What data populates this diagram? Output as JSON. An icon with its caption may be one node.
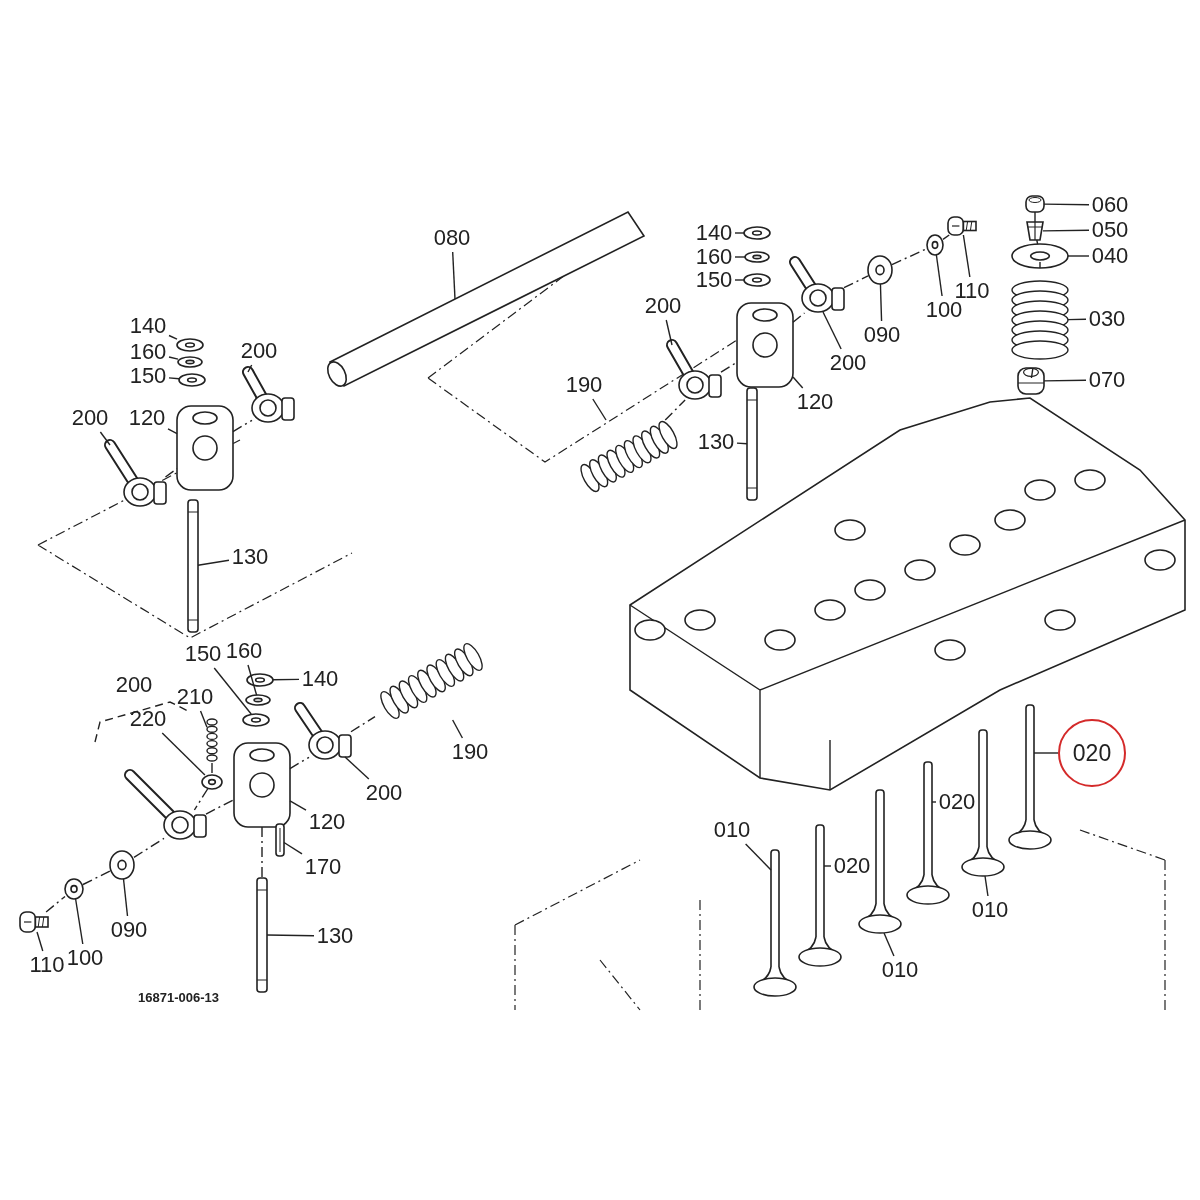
{
  "diagram": {
    "nodes": [
      {
        "text": [
          "080"
        ]
      },
      {
        "text": [
          "140"
        ]
      },
      {
        "text": [
          "160"
        ]
      },
      {
        "text": [
          "150"
        ]
      },
      {
        "text": [
          "200"
        ]
      },
      {
        "text": [
          "200"
        ]
      },
      {
        "text": [
          "120"
        ]
      },
      {
        "text": [
          "130"
        ]
      },
      {
        "text": [
          "140"
        ]
      },
      {
        "text": [
          "160"
        ]
      },
      {
        "text": [
          "150"
        ]
      },
      {
        "text": [
          "200"
        ]
      },
      {
        "text": [
          "190"
        ]
      },
      {
        "text": [
          "120"
        ]
      },
      {
        "text": [
          "130"
        ]
      },
      {
        "text": [
          "090"
        ]
      },
      {
        "text": [
          "100"
        ]
      },
      {
        "text": [
          "110"
        ]
      },
      {
        "text": [
          "200"
        ]
      },
      {
        "text": [
          "060"
        ]
      },
      {
        "text": [
          "050"
        ]
      },
      {
        "text": [
          "040"
        ]
      },
      {
        "text": [
          "030"
        ]
      },
      {
        "text": [
          "070"
        ]
      },
      {
        "text": [
          "020"
        ]
      },
      {
        "text": [
          "020"
        ]
      },
      {
        "text": [
          "020"
        ]
      },
      {
        "text": [
          "010"
        ]
      },
      {
        "text": [
          "010"
        ]
      },
      {
        "text": [
          "010"
        ]
      },
      {
        "text": [
          "150"
        ]
      },
      {
        "text": [
          "160"
        ]
      },
      {
        "text": [
          "140"
        ]
      },
      {
        "text": [
          "200"
        ]
      },
      {
        "text": [
          "210"
        ]
      },
      {
        "text": [
          "220"
        ]
      },
      {
        "text": [
          "190"
        ]
      },
      {
        "text": [
          "200"
        ]
      },
      {
        "text": [
          "120"
        ]
      },
      {
        "text": [
          "170"
        ]
      },
      {
        "text": [
          "130"
        ]
      },
      {
        "text": [
          "090"
        ]
      },
      {
        "text": [
          "100"
        ]
      },
      {
        "text": [
          "110"
        ]
      },
      {
        "text": [],
        "shape": "picture"
      },
      {
        "text": [],
        "shape": "picture"
      },
      {
        "text": [],
        "shape": "picture"
      },
      {
        "text": [],
        "shape": "picture"
      },
      {
        "text": [],
        "shape": "picture"
      },
      {
        "text": [],
        "shape": "picture"
      },
      {
        "text": [],
        "shape": "picture"
      },
      {
        "text": [],
        "shape": "picture"
      },
      {
        "text": [],
        "shape": "picture"
      },
      {
        "text": [],
        "shape": "picture"
      },
      {
        "text": [],
        "shape": "picture"
      },
      {
        "text": [],
        "shape": "picture"
      },
      {
        "text": [],
        "shape": "picture"
      },
      {
        "text": [],
        "shape": "picture"
      },
      {
        "text": [],
        "shape": "picture"
      },
      {
        "text": [],
        "shape": "picture"
      },
      {
        "text": [],
        "shape": "picture"
      },
      {
        "text": [],
        "shape": "picture"
      },
      {
        "text": [],
        "shape": "picture"
      },
      {
        "text": [],
        "shape": "picture"
      },
      {
        "text": [],
        "shape": "picture"
      },
      {
        "text": [],
        "shape": "picture"
      },
      {
        "text": [],
        "shape": "picture"
      },
      {
        "text": [],
        "shape": "picture"
      },
      {
        "text": [],
        "shape": "picture"
      },
      {
        "text": [],
        "shape": "picture"
      },
      {
        "text": [],
        "shape": "picture"
      },
      {
        "text": [],
        "shape": "picture"
      },
      {
        "text": [],
        "shape": "picture"
      },
      {
        "text": [],
        "shape": "picture"
      },
      {
        "text": [],
        "shape": "picture"
      },
      {
        "text": [],
        "shape": "picture"
      },
      {
        "text": [],
        "shape": "picture"
      },
      {
        "text": [],
        "shape": "picture"
      },
      {
        "text": [],
        "shape": "picture"
      },
      {
        "text": [],
        "shape": "picture"
      },
      {
        "text": [],
        "shape": "picture"
      },
      {
        "text": [],
        "shape": "picture"
      },
      {
        "text": [],
        "shape": "picture"
      },
      {
        "text": [],
        "shape": "picture"
      },
      {
        "text": [],
        "shape": "picture"
      },
      {
        "text": [],
        "shape": "picture"
      },
      {
        "text": [],
        "shape": "picture"
      },
      {
        "text": [],
        "shape": "picture"
      }
    ],
    "edges": [
      {
        "from": 0,
        "to": 44,
        "arrow": "none"
      },
      {
        "from": 1,
        "to": 45,
        "arrow": "none"
      },
      {
        "from": 2,
        "to": 46,
        "arrow": "none"
      },
      {
        "from": 3,
        "to": 47,
        "arrow": "none"
      },
      {
        "from": 4,
        "to": 48,
        "arrow": "none"
      },
      {
        "from": 5,
        "to": 49,
        "arrow": "none"
      },
      {
        "from": 6,
        "to": 50,
        "arrow": "none"
      },
      {
        "from": 7,
        "to": 51,
        "arrow": "none"
      },
      {
        "from": 8,
        "to": 52,
        "arrow": "none"
      },
      {
        "from": 9,
        "to": 53,
        "arrow": "none"
      },
      {
        "from": 10,
        "to": 54,
        "arrow": "none"
      },
      {
        "from": 11,
        "to": 55,
        "arrow": "none"
      },
      {
        "from": 12,
        "to": 56,
        "arrow": "none"
      },
      {
        "from": 13,
        "to": 57,
        "arrow": "none"
      },
      {
        "from": 14,
        "to": 58,
        "arrow": "none"
      },
      {
        "from": 15,
        "to": 59,
        "arrow": "none"
      },
      {
        "from": 16,
        "to": 60,
        "arrow": "none"
      },
      {
        "from": 17,
        "to": 61,
        "arrow": "none"
      },
      {
        "from": 18,
        "to": 62,
        "arrow": "none"
      },
      {
        "from": 19,
        "to": 63,
        "arrow": "none"
      },
      {
        "from": 20,
        "to": 64,
        "arrow": "none"
      },
      {
        "from": 21,
        "to": 65,
        "arrow": "none"
      },
      {
        "from": 22,
        "to": 66,
        "arrow": "none"
      },
      {
        "from": 23,
        "to": 67,
        "arrow": "none"
      },
      {
        "from": 24,
        "to": 68,
        "arrow": "none"
      },
      {
        "from": 25,
        "to": 69,
        "arrow": "none"
      },
      {
        "from": 26,
        "to": 70,
        "arrow": "none"
      },
      {
        "from": 27,
        "to": 71,
        "arrow": "none"
      },
      {
        "from": 28,
        "to": 72,
        "arrow": "none"
      },
      {
        "from": 29,
        "to": 73,
        "arrow": "none"
      },
      {
        "from": 30,
        "to": 74,
        "arrow": "none"
      },
      {
        "from": 31,
        "to": 75,
        "arrow": "none"
      },
      {
        "from": 32,
        "to": 76,
        "arrow": "none"
      },
      {
        "from": 34,
        "to": 77,
        "arrow": "none"
      },
      {
        "from": 35,
        "to": 78,
        "arrow": "none"
      },
      {
        "from": 36,
        "to": 79,
        "arrow": "none"
      },
      {
        "from": 37,
        "to": 80,
        "arrow": "none"
      },
      {
        "from": 38,
        "to": 81,
        "arrow": "none"
      },
      {
        "from": 39,
        "to": 82,
        "arrow": "none"
      },
      {
        "from": 40,
        "to": 83,
        "arrow": "none"
      },
      {
        "from": 41,
        "to": 84,
        "arrow": "none"
      },
      {
        "from": 42,
        "to": 85,
        "arrow": "none"
      },
      {
        "from": 43,
        "to": 86,
        "arrow": "none"
      },
      {
        "from": 49,
        "to": 50,
        "arrow": "none",
        "style": "dashed"
      },
      {
        "from": 50,
        "to": 48,
        "arrow": "none",
        "style": "dashed"
      },
      {
        "from": 56,
        "to": 55,
        "arrow": "none",
        "style": "dashed"
      },
      {
        "from": 55,
        "to": 57,
        "arrow": "none",
        "style": "dashed"
      },
      {
        "from": 57,
        "to": 62,
        "arrow": "none",
        "style": "dashed"
      },
      {
        "from": 62,
        "to": 59,
        "arrow": "none",
        "style": "dashed"
      },
      {
        "from": 59,
        "to": 60,
        "arrow": "none",
        "style": "dashed"
      },
      {
        "from": 60,
        "to": 61,
        "arrow": "none",
        "style": "dashed"
      },
      {
        "from": 63,
        "to": 64,
        "arrow": "none",
        "style": "dashed"
      },
      {
        "from": 64,
        "to": 65,
        "arrow": "none",
        "style": "dashed"
      },
      {
        "from": 65,
        "to": 66,
        "arrow": "none",
        "style": "dashed"
      },
      {
        "from": 66,
        "to": 67,
        "arrow": "none",
        "style": "dashed"
      },
      {
        "from": 77,
        "to": 78,
        "arrow": "none",
        "style": "dashed"
      },
      {
        "from": 78,
        "to": 87,
        "arrow": "none",
        "style": "dashed"
      },
      {
        "from": 87,
        "to": 81,
        "arrow": "none",
        "style": "dashed"
      },
      {
        "from": 81,
        "to": 80,
        "arrow": "none",
        "style": "dashed"
      },
      {
        "from": 80,
        "to": 79,
        "arrow": "none",
        "style": "dashed"
      },
      {
        "from": 84,
        "to": 87,
        "arrow": "none",
        "style": "dashed"
      },
      {
        "from": 85,
        "to": 84,
        "arrow": "none",
        "style": "dashed"
      },
      {
        "from": 86,
        "to": 85,
        "arrow": "none",
        "style": "dashed"
      },
      {
        "from": 81,
        "to": 83,
        "arrow": "none",
        "style": "dashed"
      }
    ],
    "labels": [
      "16871-006-13"
    ]
  }
}
